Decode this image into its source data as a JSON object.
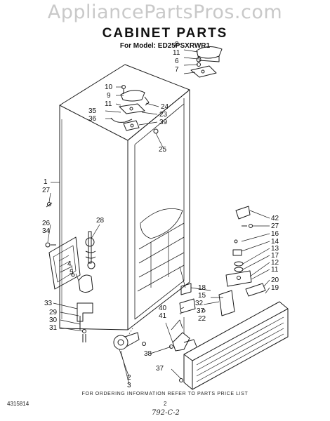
{
  "watermark": "AppliancePartsPros.com",
  "title": "CABINET PARTS",
  "subtitle": "For Model: ED25PSXRWR1",
  "callouts": [
    "8",
    "11",
    "6",
    "7",
    "10",
    "9",
    "11",
    "24",
    "23",
    "35",
    "36",
    "39",
    "25",
    "1",
    "27",
    "28",
    "26",
    "34",
    "4",
    "5",
    "33",
    "29",
    "30",
    "31",
    "2",
    "3",
    "38",
    "37",
    "37",
    "22",
    "40",
    "41",
    "18",
    "15",
    "32",
    "42",
    "27",
    "16",
    "14",
    "13",
    "17",
    "12",
    "11",
    "20",
    "19"
  ],
  "footer": {
    "ordering_note": "FOR ORDERING INFORMATION REFER TO PARTS PRICE LIST",
    "doc_number": "4315814",
    "page": "2",
    "handwritten": "792-C-2"
  }
}
